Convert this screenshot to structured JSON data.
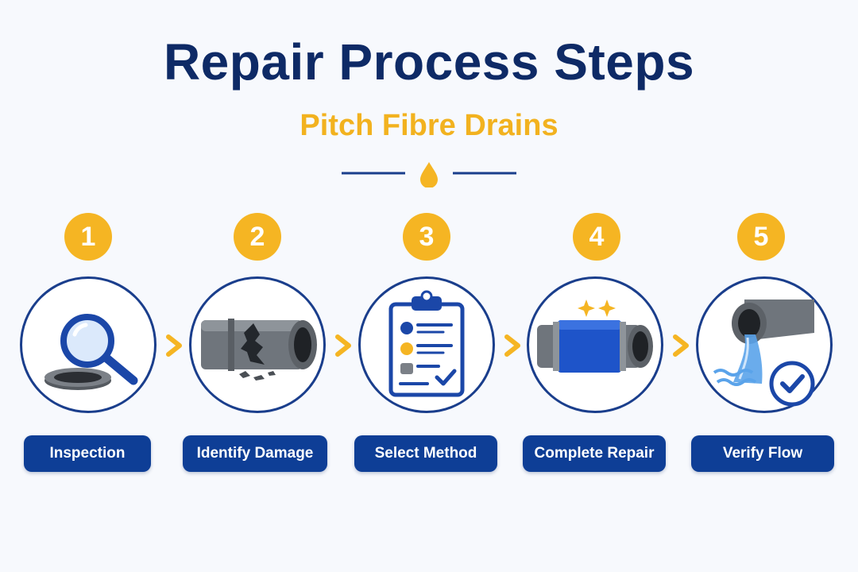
{
  "header": {
    "title": "Repair Process Steps",
    "subtitle": "Pitch Fibre Drains"
  },
  "colors": {
    "navy": "#0e2a66",
    "label_blue": "#0e3e96",
    "accent_yellow": "#f5b523"
  },
  "steps": [
    {
      "number": "1",
      "label": "Inspection",
      "icon": "magnifier-manhole-icon"
    },
    {
      "number": "2",
      "label": "Identify Damage",
      "icon": "cracked-pipe-icon"
    },
    {
      "number": "3",
      "label": "Select Method",
      "icon": "clipboard-checklist-icon"
    },
    {
      "number": "4",
      "label": "Complete Repair",
      "icon": "repaired-pipe-icon"
    },
    {
      "number": "5",
      "label": "Verify Flow",
      "icon": "water-flow-check-icon"
    }
  ]
}
